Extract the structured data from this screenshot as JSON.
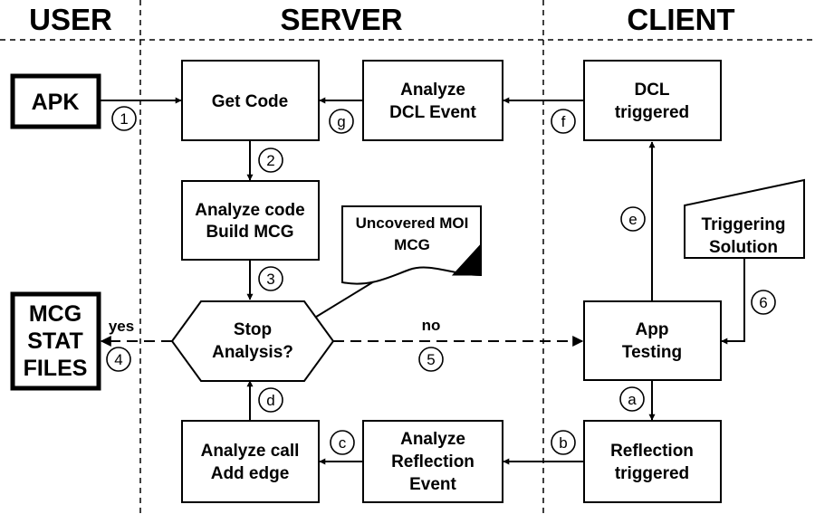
{
  "lanes": {
    "user": "USER",
    "server": "SERVER",
    "client": "CLIENT"
  },
  "nodes": {
    "apk": "APK",
    "get_code": "Get Code",
    "analyze_dcl": [
      "Analyze",
      "DCL Event"
    ],
    "dcl_triggered": [
      "DCL",
      "triggered"
    ],
    "analyze_build": [
      "Analyze code",
      "Build MCG"
    ],
    "uncovered": [
      "Uncovered MOI",
      "MCG"
    ],
    "triggering": [
      "Triggering",
      "Solution"
    ],
    "mcg_stat": [
      "MCG",
      "STAT",
      "FILES"
    ],
    "stop": [
      "Stop",
      "Analysis?"
    ],
    "app_testing": [
      "App",
      "Testing"
    ],
    "analyze_call": [
      "Analyze call",
      "Add edge"
    ],
    "analyze_reflection": [
      "Analyze",
      "Reflection",
      "Event"
    ],
    "reflection_triggered": [
      "Reflection",
      "triggered"
    ]
  },
  "edge_labels": {
    "yes": "yes",
    "no": "no"
  },
  "steps": {
    "s1": "1",
    "s2": "2",
    "s3": "3",
    "s4": "4",
    "s5": "5",
    "s6": "6",
    "a": "a",
    "b": "b",
    "c": "c",
    "d": "d",
    "e": "e",
    "f": "f",
    "g": "g"
  }
}
